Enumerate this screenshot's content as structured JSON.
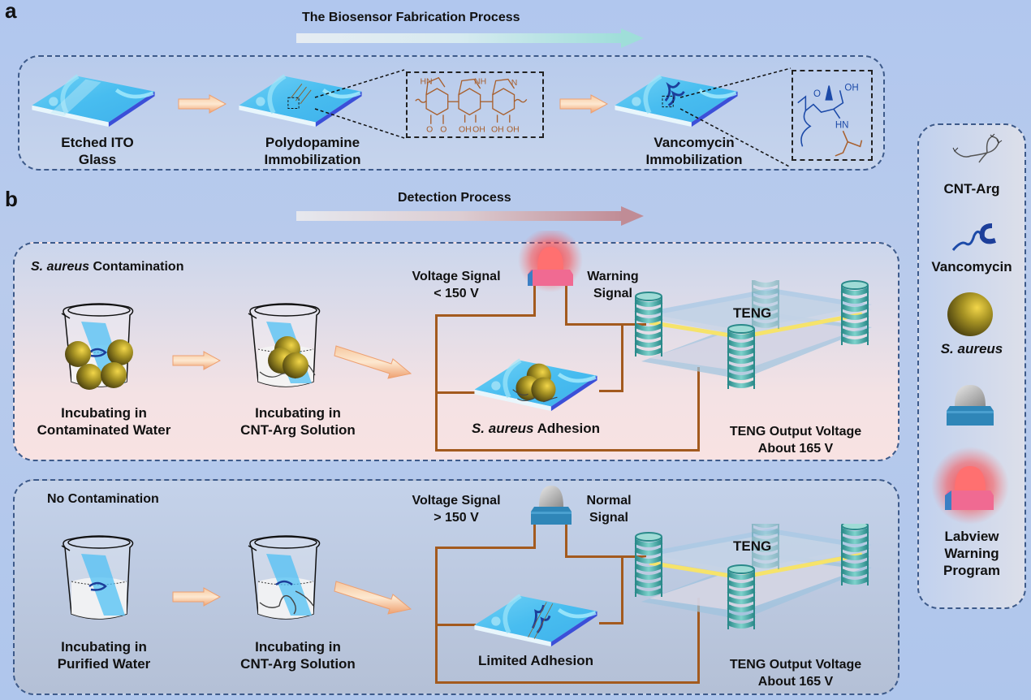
{
  "panel_a": {
    "letter": "a",
    "title": "The Biosensor Fabrication Process",
    "steps": [
      {
        "line1": "Etched ITO",
        "line2": "Glass"
      },
      {
        "line1": "Polydopamine",
        "line2": "Immobilization"
      },
      {
        "line1": "Vancomycin",
        "line2": "Immobilization"
      }
    ],
    "polydopamine_structure_atoms": [
      "HN",
      "NH",
      "N",
      "O",
      "O",
      "OH",
      "OH",
      "OH",
      "OH"
    ],
    "vancomycin_structure_atoms": [
      "O",
      "OH",
      "HN"
    ]
  },
  "panel_b": {
    "letter": "b",
    "title": "Detection Process",
    "contamination": {
      "heading_italic": "S. aureus",
      "heading_rest": " Contamination",
      "step1": {
        "line1": "Incubating in",
        "line2": "Contaminated  Water"
      },
      "step2": {
        "line1": "Incubating in",
        "line2": "CNT-Arg Solution"
      },
      "voltage": {
        "line1": "Voltage  Signal",
        "line2": "< 150 V"
      },
      "signal": {
        "line1": "Warning",
        "line2": "Signal"
      },
      "adhesion_italic": "S. aureus",
      "adhesion_rest": " Adhesion",
      "teng_label": "TENG",
      "output": {
        "line1": "TENG Output Voltage",
        "line2": "About 165 V"
      },
      "led_state": "warning",
      "led_color": "#f0607a"
    },
    "no_contamination": {
      "heading": "No Contamination",
      "step1": {
        "line1": "Incubating in",
        "line2": "Purified Water"
      },
      "step2": {
        "line1": "Incubating in",
        "line2": "CNT-Arg Solution"
      },
      "voltage": {
        "line1": "Voltage  Signal",
        "line2": "> 150 V"
      },
      "signal": {
        "line1": "Normal",
        "line2": "Signal"
      },
      "adhesion": "Limited Adhesion",
      "teng_label": "TENG",
      "output": {
        "line1": "TENG Output Voltage",
        "line2": "About 165 V"
      },
      "led_state": "normal",
      "led_color": "#2f86b8"
    }
  },
  "legend": {
    "items": [
      {
        "label": "CNT-Arg",
        "icon": "cnt-arg-icon"
      },
      {
        "label": "Vancomycin",
        "icon": "vancomycin-icon"
      },
      {
        "label": "S. aureus",
        "icon": "s-aureus-icon",
        "italic": true
      },
      {
        "label": "",
        "icon": "led-off-icon"
      },
      {
        "label_lines": [
          "Labview",
          "Warning",
          "Program"
        ],
        "icon": "led-on-icon"
      }
    ]
  },
  "colors": {
    "wire": "#a35a1e",
    "molecule_brown": "#a8602e",
    "molecule_blue": "#1c4aa8",
    "dashed_border": "#3d5a8a",
    "spring": "#3aa3a3",
    "teng_electrode": "#f6e36a",
    "bacteria": "#8a7a1a"
  }
}
